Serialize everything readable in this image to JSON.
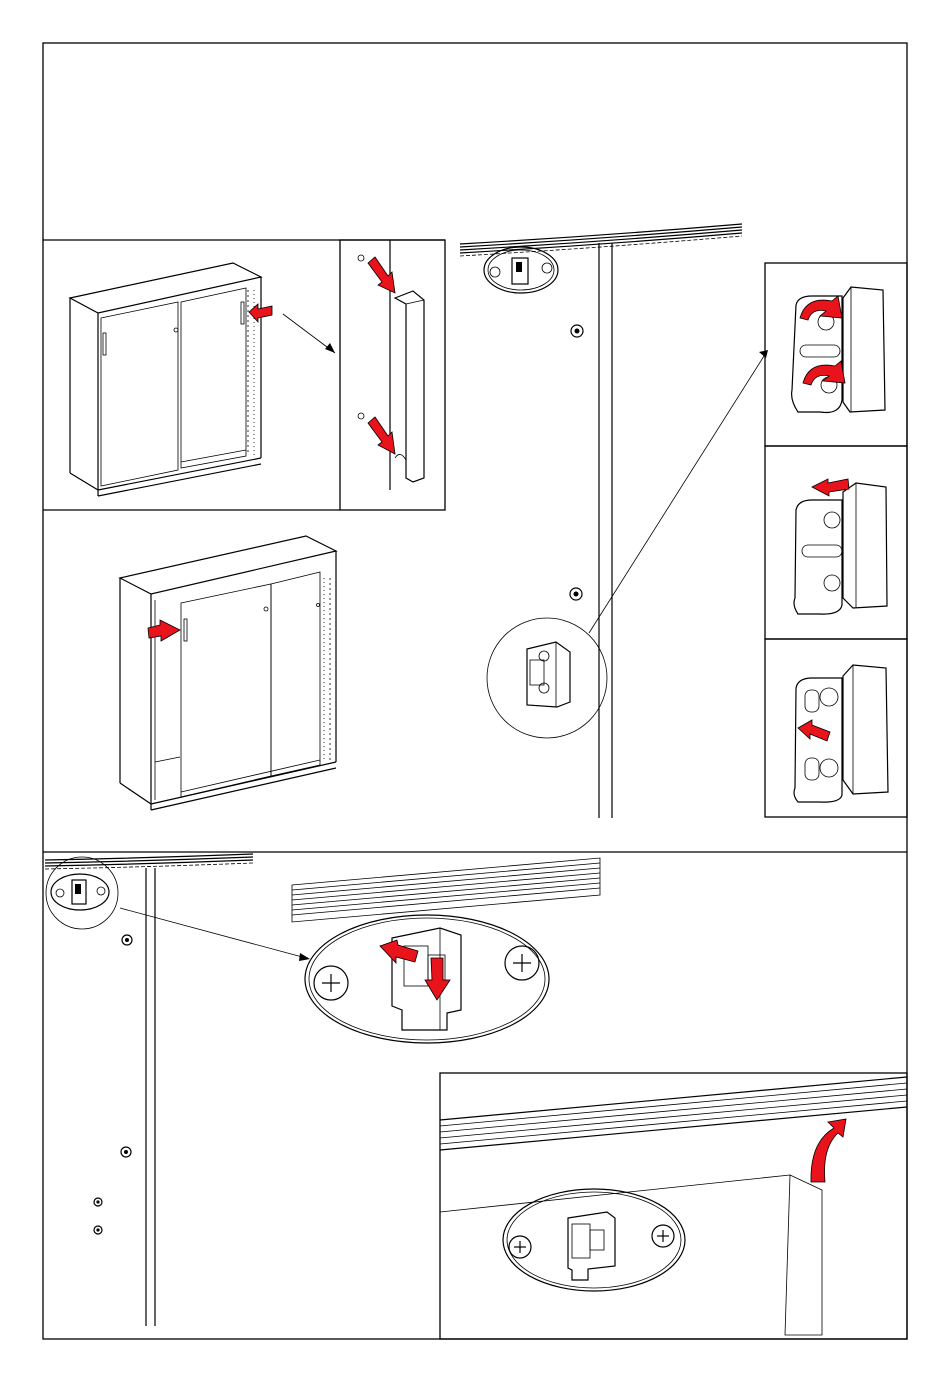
{
  "colors": {
    "line": "#000000",
    "arrow": "#e8131b",
    "background": "#ffffff"
  },
  "panels": [
    {
      "id": "header-blank"
    },
    {
      "id": "handle-mount-front-door"
    },
    {
      "id": "handle-detail"
    },
    {
      "id": "handle-mount-rear-door"
    },
    {
      "id": "top-guide-side-panel"
    },
    {
      "id": "stop-adjust-step-1"
    },
    {
      "id": "stop-adjust-step-2"
    },
    {
      "id": "stop-adjust-step-3"
    },
    {
      "id": "rail-clip-side-panel"
    },
    {
      "id": "rail-clip-release-detail"
    },
    {
      "id": "rail-lift-detail"
    }
  ]
}
